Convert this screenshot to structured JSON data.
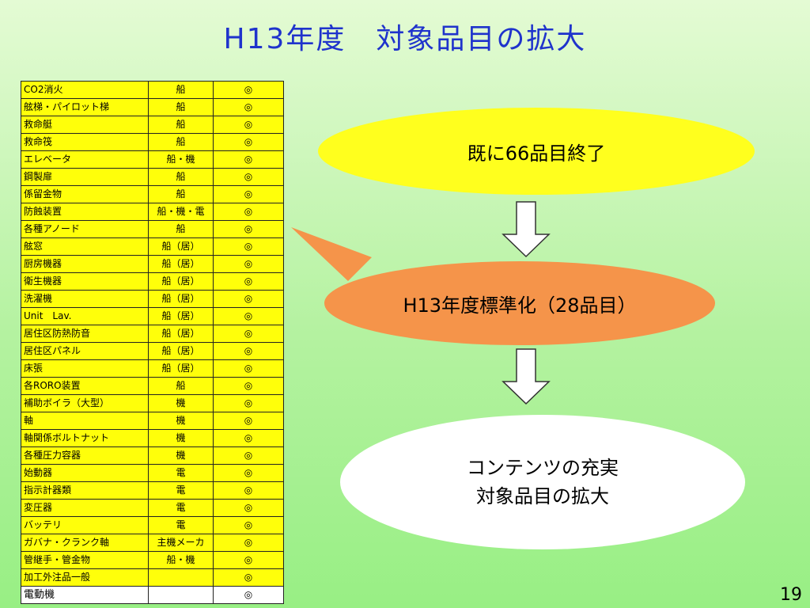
{
  "slide": {
    "title": "H13年度　対象品目の拡大",
    "page_number": "19"
  },
  "table": {
    "rows": [
      {
        "item": "CO2消火",
        "category": "船",
        "mark": "◎"
      },
      {
        "item": "舷梯・パイロット梯",
        "category": "船",
        "mark": "◎"
      },
      {
        "item": "救命艇",
        "category": "船",
        "mark": "◎"
      },
      {
        "item": "救命筏",
        "category": "船",
        "mark": "◎"
      },
      {
        "item": "エレベータ",
        "category": "船・機",
        "mark": "◎"
      },
      {
        "item": "鋼製扉",
        "category": "船",
        "mark": "◎"
      },
      {
        "item": "係留金物",
        "category": "船",
        "mark": "◎"
      },
      {
        "item": "防蝕装置",
        "category": "船・機・電",
        "mark": "◎"
      },
      {
        "item": "各種アノード",
        "category": "船",
        "mark": "◎"
      },
      {
        "item": "舷窓",
        "category": "船（居）",
        "mark": "◎"
      },
      {
        "item": "厨房機器",
        "category": "船（居）",
        "mark": "◎"
      },
      {
        "item": "衛生機器",
        "category": "船（居）",
        "mark": "◎"
      },
      {
        "item": "洗濯機",
        "category": "船（居）",
        "mark": "◎"
      },
      {
        "item": "Unit　Lav.",
        "category": "船（居）",
        "mark": "◎"
      },
      {
        "item": "居住区防熱防音",
        "category": "船（居）",
        "mark": "◎"
      },
      {
        "item": "居住区パネル",
        "category": "船（居）",
        "mark": "◎"
      },
      {
        "item": "床張",
        "category": "船（居）",
        "mark": "◎"
      },
      {
        "item": "各RORO装置",
        "category": "船",
        "mark": "◎"
      },
      {
        "item": "補助ボイラ（大型）",
        "category": "機",
        "mark": "◎"
      },
      {
        "item": "軸",
        "category": "機",
        "mark": "◎"
      },
      {
        "item": "軸関係ボルトナット",
        "category": "機",
        "mark": "◎"
      },
      {
        "item": "各種圧力容器",
        "category": "機",
        "mark": "◎"
      },
      {
        "item": "始動器",
        "category": "電",
        "mark": "◎"
      },
      {
        "item": "指示計器類",
        "category": "電",
        "mark": "◎"
      },
      {
        "item": "変圧器",
        "category": "電",
        "mark": "◎"
      },
      {
        "item": "バッテリ",
        "category": "電",
        "mark": "◎"
      },
      {
        "item": "ガバナ・クランク軸",
        "category": "主機メーカ",
        "mark": "◎"
      },
      {
        "item": "管継手・管金物",
        "category": "船・機",
        "mark": "◎"
      },
      {
        "item": "加工外注品一般",
        "category": "",
        "mark": "◎"
      },
      {
        "item": "電動機",
        "category": "",
        "mark": "◎"
      }
    ]
  },
  "flow": {
    "completed": "既に66品目終了",
    "standardized": "H13年度標準化（28品目）",
    "goal_line1": "コンテンツの充実",
    "goal_line2": "対象品目の拡大"
  },
  "colors": {
    "title": "#1f33cc",
    "table_fill": "#ffff0a",
    "ellipse_completed": "#ffff1e",
    "ellipse_standardized": "#f5944a",
    "ellipse_goal": "#ffffff"
  }
}
